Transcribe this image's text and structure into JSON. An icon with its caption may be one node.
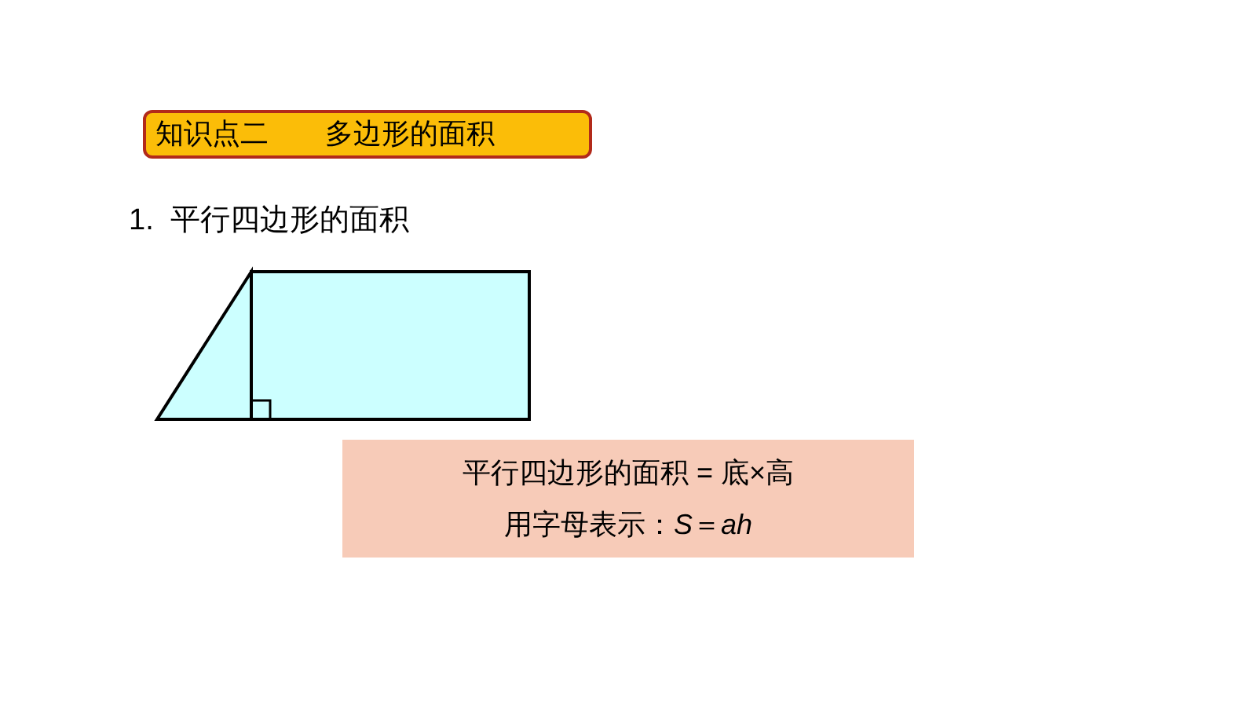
{
  "diagram": {
    "nodes": [
      {
        "text": [
          "知识点二　　多边形的面积"
        ]
      },
      {
        "text": [
          "平行四边形的面积 = 底×高",
          "用字母表示：*S*＝*ah*"
        ]
      }
    ],
    "labels": [
      "1.  平行四边形的面积"
    ]
  }
}
